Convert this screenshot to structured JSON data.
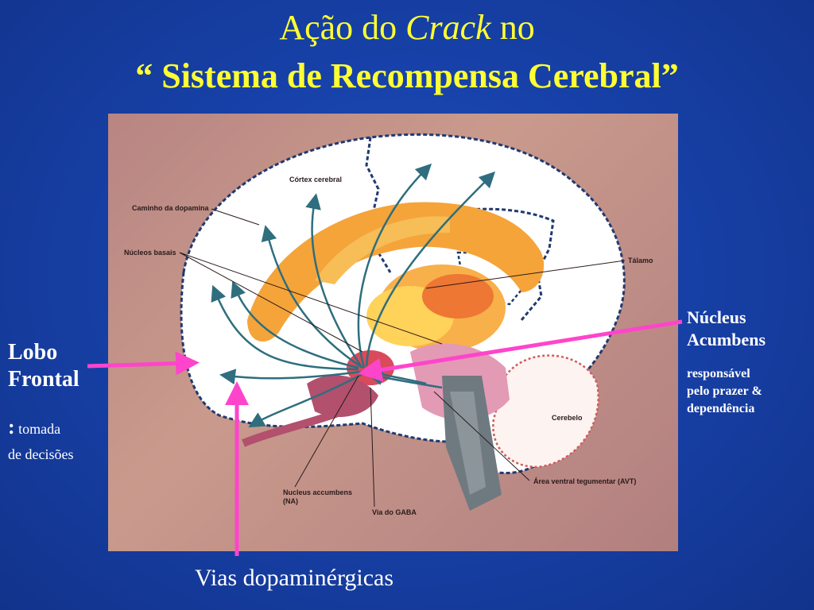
{
  "title": {
    "line1_pre": "Ação do ",
    "line1_italic": "Crack",
    "line1_post": " no",
    "line2": "“ Sistema de Recompensa Cerebral”"
  },
  "figure_labels": {
    "cortex": "Córtex cerebral",
    "caminho": "Caminho da dopamina",
    "nucleos_basais": "Núcleos basais",
    "talamo": "Tálamo",
    "cerebelo": "Cerebelo",
    "area_ventral": "Área ventral tegumentar (AVT)",
    "nucleus_accumbens_line1": "Nucleus accumbens",
    "nucleus_accumbens_line2": "(NA)",
    "via_gaba": "Via do GABA"
  },
  "left_annotation": {
    "title_line1": "Lobo",
    "title_line2": "Frontal",
    "colon": ":",
    "desc_line1": "tomada",
    "desc_line2": "de decisões"
  },
  "right_annotation": {
    "title_line1": "Núcleus",
    "title_line2": "Acumbens",
    "desc_line1": "responsável",
    "desc_line2": "pelo prazer &",
    "desc_line3": "dependência"
  },
  "bottom_annotation": {
    "text": "Vias dopaminérgicas"
  },
  "colors": {
    "background": "#1741a8",
    "title": "#ffff33",
    "annotation_text": "#ffffff",
    "pointer_arrow": "#ff44cc",
    "pathway_arrow": "#2e6e7e"
  }
}
